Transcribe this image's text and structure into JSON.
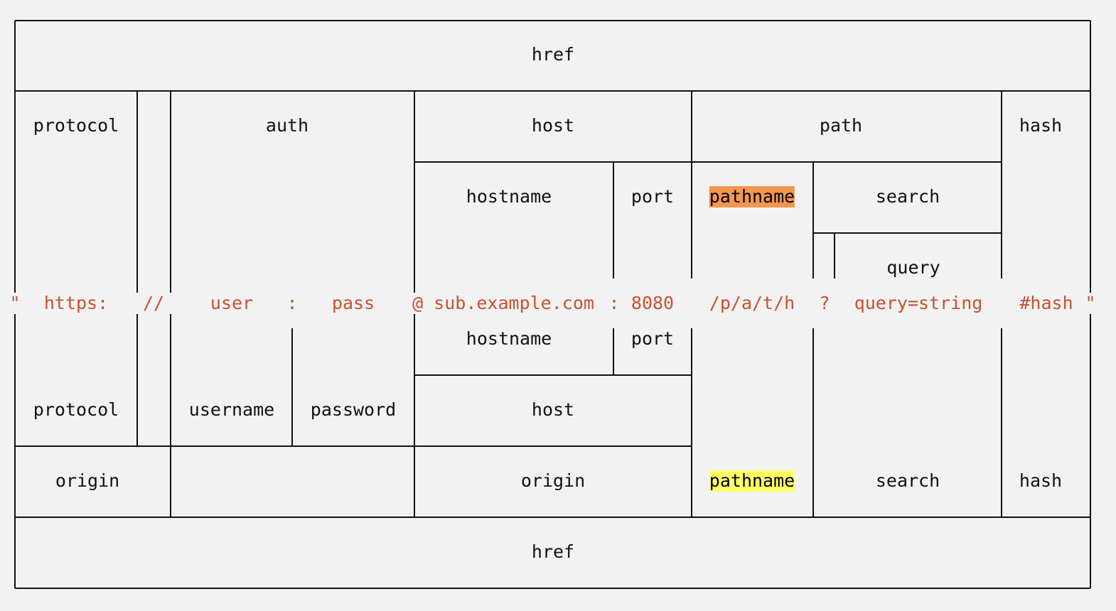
{
  "colors": {
    "background": "#f2f2f2",
    "line": "#111111",
    "text": "#111111",
    "url_text": "#c8512f",
    "highlight_legacy": "#f2974d",
    "highlight_whatwg": "#ffff66"
  },
  "top": {
    "href": "href",
    "protocol": "protocol",
    "auth": "auth",
    "host": "host",
    "path": "path",
    "hash": "hash",
    "hostname": "hostname",
    "port": "port",
    "pathname": "pathname",
    "search": "search",
    "query": "query"
  },
  "url_parts": {
    "quote_open": "\"",
    "protocol": "https:",
    "slashes": "//",
    "username": "user",
    "colon1": ":",
    "password": "pass",
    "at_host": "@ sub.example.com",
    "colon2": ":",
    "port": "8080",
    "pathname": "/p/a/t/h",
    "question": "?",
    "query": "query=string",
    "hash": "#hash",
    "quote_close": "\""
  },
  "bottom": {
    "hostname": "hostname",
    "port": "port",
    "protocol": "protocol",
    "username": "username",
    "password": "password",
    "host": "host",
    "origin_left": "origin",
    "origin_right": "origin",
    "pathname": "pathname",
    "search": "search",
    "hash": "hash",
    "href": "href"
  }
}
